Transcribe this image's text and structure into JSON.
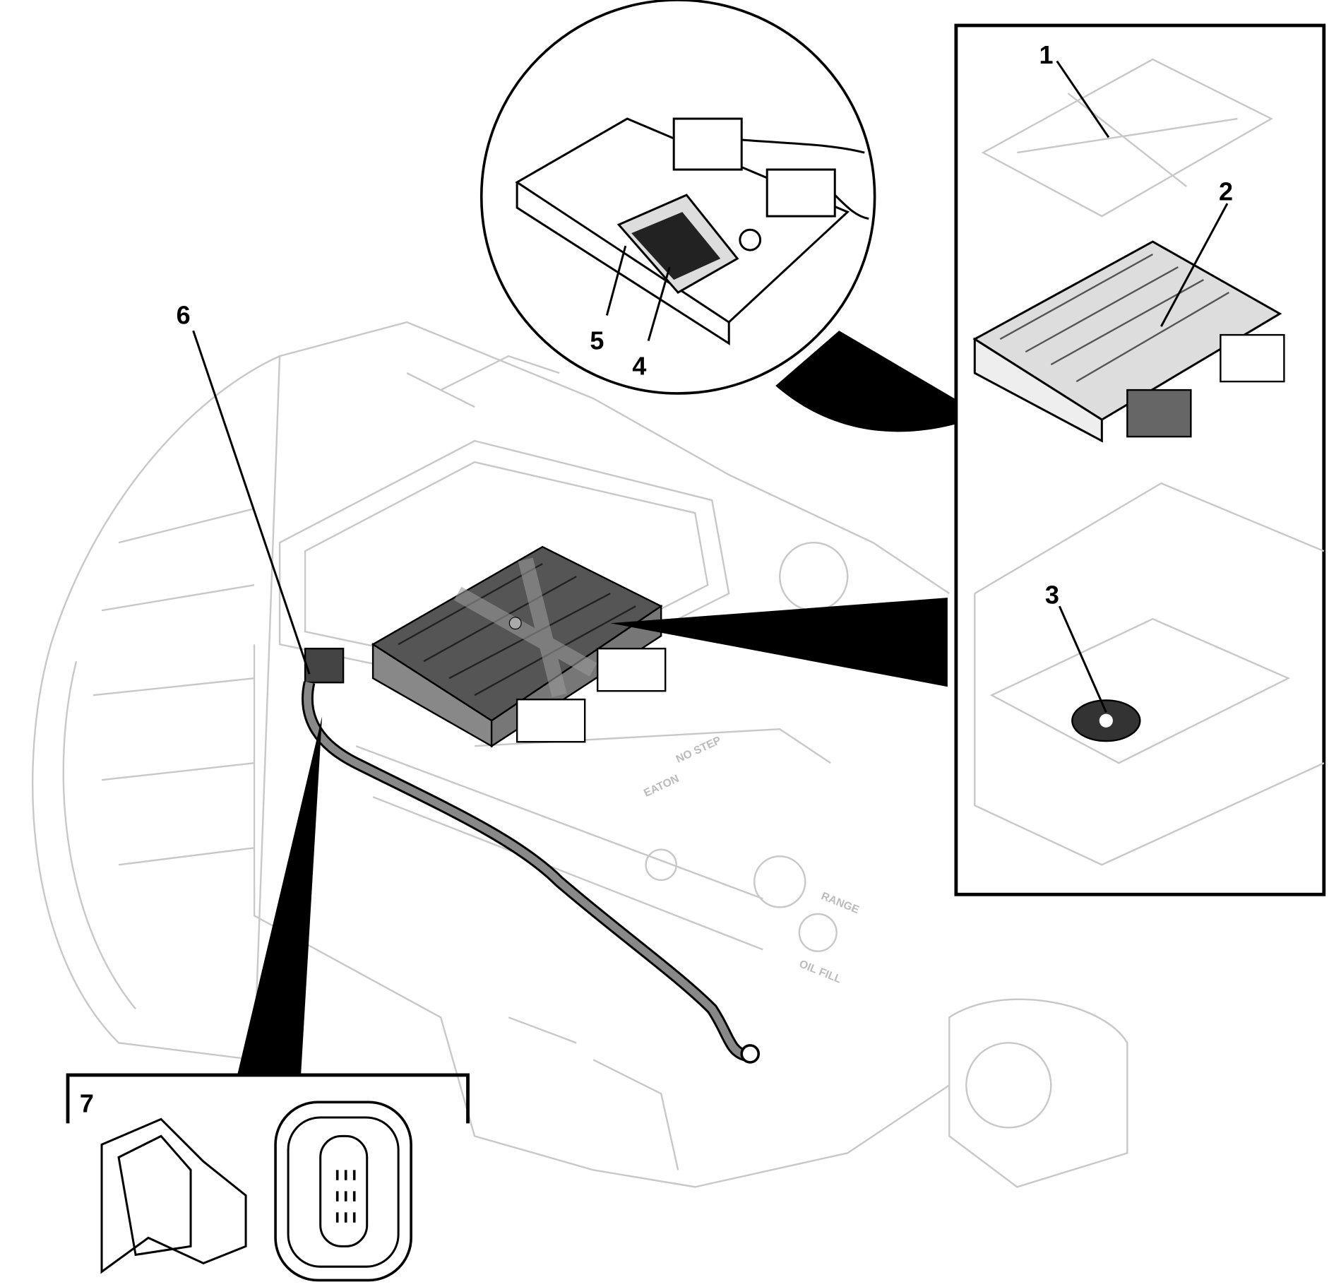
{
  "diagram": {
    "callouts": [
      "1",
      "2",
      "3",
      "4",
      "5",
      "6",
      "7"
    ],
    "part_markings": {
      "range": "RANGE",
      "oil_fill": "OIL FILL",
      "no_step": "NO STEP",
      "brand": "EATON"
    },
    "colors": {
      "ghost_outline": "#c8c8c8",
      "ecu_body": "#555555",
      "ink": "#000000"
    }
  }
}
